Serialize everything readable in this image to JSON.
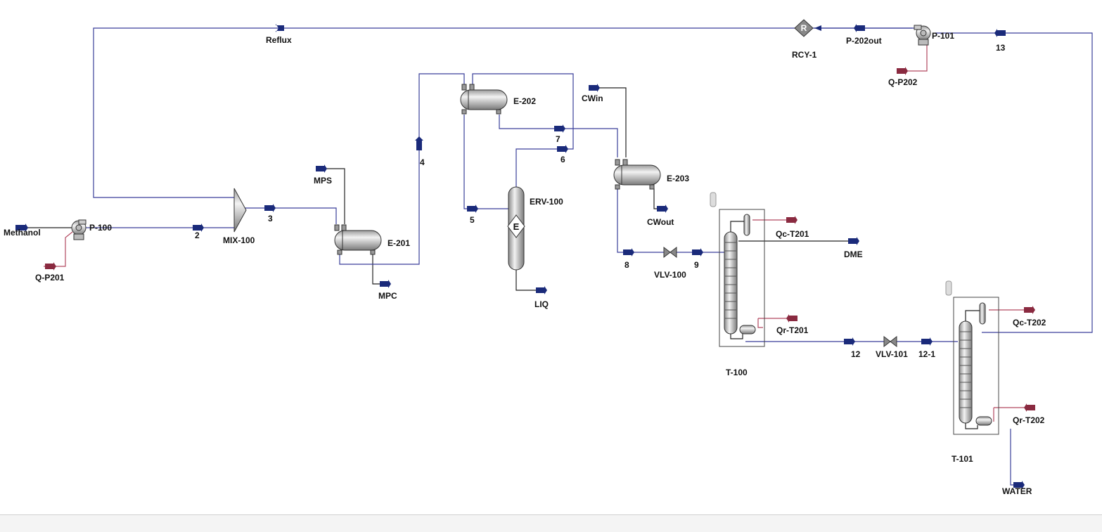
{
  "labels": {
    "methanol": "Methanol",
    "q_p201": "Q-P201",
    "p100": "P-100",
    "s2": "2",
    "mix100": "MIX-100",
    "s3": "3",
    "mps": "MPS",
    "e201": "E-201",
    "mpc": "MPC",
    "s4": "4",
    "reflux": "Reflux",
    "e202": "E-202",
    "s5": "5",
    "erv100": "ERV-100",
    "liq": "LIQ",
    "s7": "7",
    "s6": "6",
    "cwin": "CWin",
    "e203": "E-203",
    "cwout": "CWout",
    "s8": "8",
    "vlv100": "VLV-100",
    "s9": "9",
    "t100": "T-100",
    "qc_t201": "Qc-T201",
    "qr_t201": "Qr-T201",
    "dme": "DME",
    "s12": "12",
    "vlv101": "VLV-101",
    "s12_1": "12-1",
    "t101": "T-101",
    "qc_t202": "Qc-T202",
    "qr_t202": "Qr-T202",
    "water": "WATER",
    "rcy1": "RCY-1",
    "rcy_symbol": "R",
    "p202out": "P-202out",
    "p101": "P-101",
    "s13": "13",
    "q_p202": "Q-P202",
    "erv_symbol": "E"
  },
  "colors": {
    "material_stream": "#3a3f9a",
    "energy_stream": "#b2475f",
    "equipment_fill": "#d8d8d8"
  }
}
